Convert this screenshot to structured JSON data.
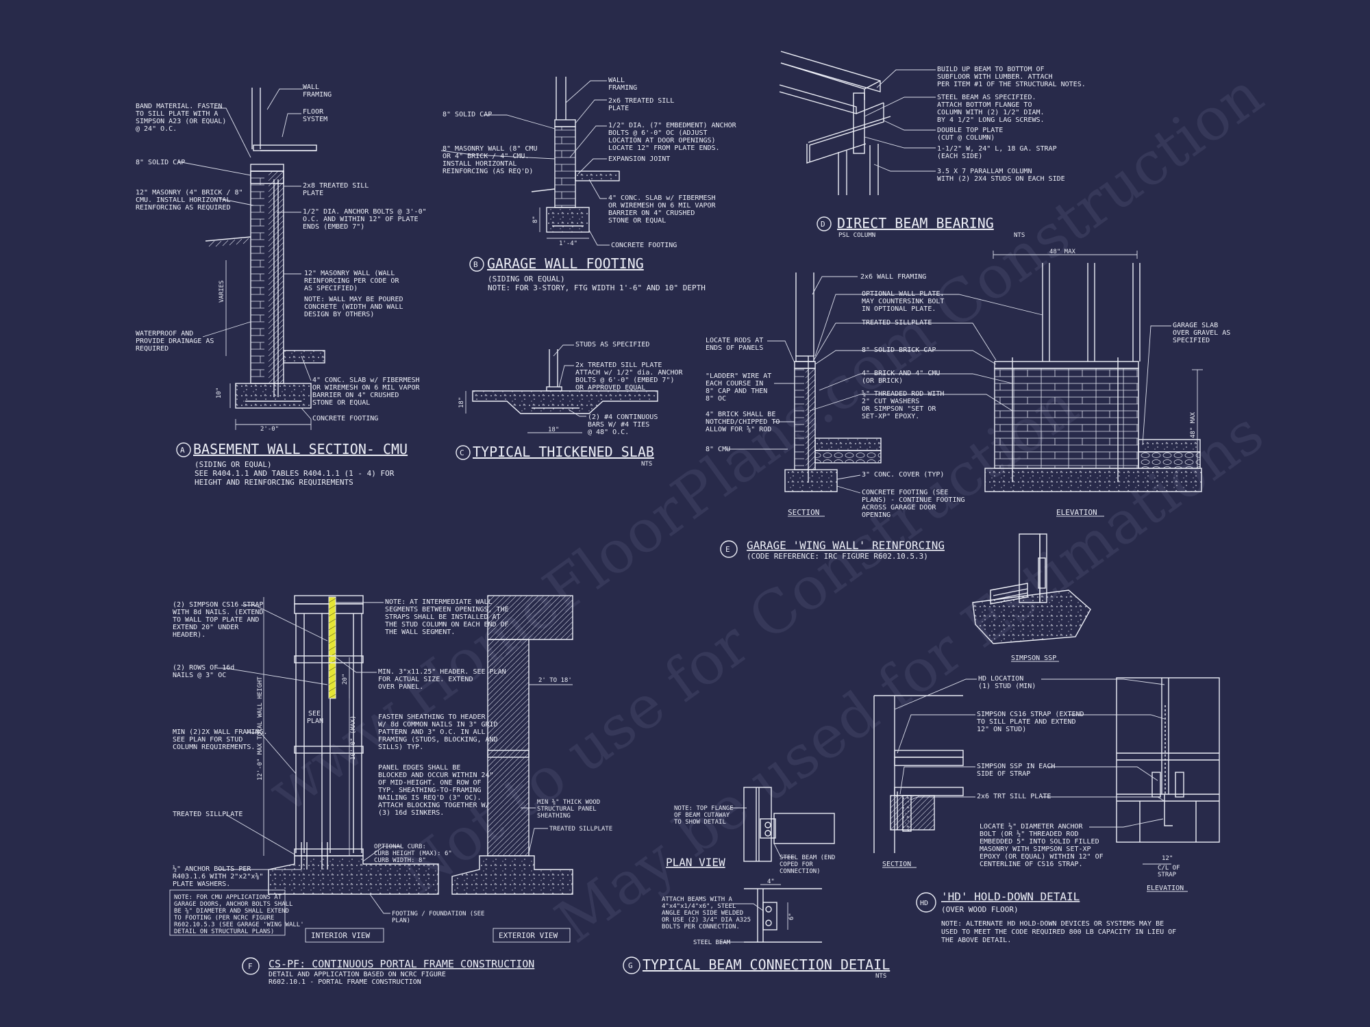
{
  "watermark": {
    "line1": "www.HomeFloorPlans.com Construction",
    "line2": "Not to use for Construction",
    "line3": "May be used for Estimations"
  },
  "details": {
    "a": {
      "letter": "A",
      "title": "BASEMENT WALL SECTION- CMU",
      "sub1": "(SIDING OR EQUAL)",
      "sub2": "SEE R404.1.1 AND TABLES R404.1.1 (1 - 4) FOR",
      "sub3": "HEIGHT AND REINFORCING REQUIREMENTS",
      "notes": {
        "wall_framing_1": "WALL",
        "wall_framing_2": "FRAMING",
        "floor_1": "FLOOR",
        "floor_2": "SYSTEM",
        "band_1": "BAND MATERIAL.  FASTEN",
        "band_2": "TO SILL PLATE WITH A",
        "band_3": "SIMPSON A23 (OR EQUAL)",
        "band_4": "@ 24\" O.C.",
        "cap": "8\" SOLID CAP",
        "sill_1": "2x8 TREATED SILL",
        "sill_2": "PLATE",
        "masonry_1": "12\" MASONRY (4\" BRICK / 8\"",
        "masonry_2": "CMU. INSTALL HORIZONTAL",
        "masonry_3": "REINFORCING AS REQUIRED",
        "anchor_1": "1/2\" DIA. ANCHOR BOLTS @ 3'-0\"",
        "anchor_2": "O.C. AND WITHIN 12\" OF PLATE",
        "anchor_3": "ENDS (EMBED 7\")",
        "varies": "VARIES",
        "wall_1": "12\" MASONRY WALL (WALL",
        "wall_2": "REINFORCING PER CODE OR",
        "wall_3": "AS SPECIFIED)",
        "poured_1": "NOTE: WALL MAY BE POURED",
        "poured_2": "CONCRETE (WIDTH AND WALL",
        "poured_3": "DESIGN BY OTHERS)",
        "water_1": "WATERPROOF AND",
        "water_2": "PROVIDE DRAINAGE AS",
        "water_3": "REQUIRED",
        "slab_1": "4\" CONC. SLAB w/ FIBERMESH",
        "slab_2": "OR WIREMESH ON 6 MIL VAPOR",
        "slab_3": "BARRIER ON 4\" CRUSHED",
        "slab_4": "STONE OR EQUAL",
        "footing": "CONCRETE FOOTING",
        "dim_h": "10\"",
        "dim_w": "2'-0\""
      }
    },
    "b": {
      "letter": "B",
      "title": "GARAGE WALL FOOTING",
      "sub1": "(SIDING OR EQUAL)",
      "sub2": "NOTE: FOR 3-STORY, FTG WIDTH 1'-6\" AND 10\" DEPTH",
      "notes": {
        "wall_1": "WALL",
        "wall_2": "FRAMING",
        "sill_1": "2x6 TREATED SILL",
        "sill_2": "PLATE",
        "cap": "8\" SOLID CAP",
        "anchor_1": "1/2\" DIA. (7\" EMBEDMENT) ANCHOR",
        "anchor_2": "BOLTS @ 6'-0\" OC (ADJUST",
        "anchor_3": "LOCATION AT DOOR OPENINGS)",
        "anchor_4": "LOCATE 12\" FROM PLATE ENDS.",
        "masonry_1": "8\" MASONRY WALL (8\" CMU",
        "masonry_2": "OR 4\" BRICK / 4\" CMU.",
        "masonry_3": "INSTALL HORIZONTAL",
        "masonry_4": "REINFORCING (AS REQ'D)",
        "joint": "EXPANSION JOINT",
        "slab_1": "4\" CONC. SLAB w/ FIBERMESH",
        "slab_2": "OR WIREMESH ON 6 MIL VAPOR",
        "slab_3": "BARRIER ON 4\" CRUSHED",
        "slab_4": "STONE OR EQUAL",
        "footing": "CONCRETE FOOTING",
        "dim_h": "8\"",
        "dim_w": "1'-4\""
      }
    },
    "c": {
      "letter": "C",
      "title": "TYPICAL THICKENED SLAB",
      "nts": "NTS",
      "notes": {
        "studs": "STUDS AS SPECIFIED",
        "sill_1": "2x TREATED SILL PLATE",
        "sill_2": "ATTACH w/ 1/2\" dia. ANCHOR",
        "sill_3": "BOLTS @ 6'-0\" (EMBED 7\")",
        "sill_4": "OR APPROVED EQUAL",
        "bars_1": "(2) #4 CONTINUOUS",
        "bars_2": "BARS W/ #4 TIES",
        "bars_3": "@ 48\" O.C.",
        "dim_h": "18\"",
        "dim_w": "18\""
      }
    },
    "d": {
      "letter": "D",
      "title": "DIRECT BEAM BEARING",
      "sub": "PSL COLUMN",
      "nts": "NTS",
      "notes": {
        "build_1": "BUILD UP BEAM TO BOTTOM OF",
        "build_2": "SUBFLOOR WITH LUMBER.  ATTACH",
        "build_3": "PER ITEM #1 OF THE STRUCTURAL NOTES.",
        "steel_1": "STEEL BEAM AS SPECIFIED.",
        "steel_2": "ATTACH BOTTOM FLANGE TO",
        "steel_3": "COLUMN WITH (2) 1/2\" DIAM.",
        "steel_4": "BY 4 1/2\" LONG LAG SCREWS.",
        "plate_1": "DOUBLE TOP PLATE",
        "plate_2": "(CUT @ COLUMN)",
        "strap_1": "1-1/2\" W, 24\" L, 18 GA. STRAP",
        "strap_2": "(EACH SIDE)",
        "col_1": "3.5 X 7 PARALLAM COLUMN",
        "col_2": "WITH (2) 2X4 STUDS ON EACH SIDE"
      }
    },
    "e": {
      "letter": "E",
      "title": "GARAGE 'WING WALL' REINFORCING",
      "sub": "(CODE REFERENCE: IRC FIGURE R602.10.5.3)",
      "section_label": "SECTION",
      "elevation_label": "ELEVATION",
      "notes": {
        "framing": "2x6 WALL FRAMING",
        "opt_1": "OPTIONAL WALL PLATE.",
        "opt_2": "MAY COUNTERSINK BOLT",
        "opt_3": "IN OPTIONAL PLATE.",
        "sillplate": "TREATED SILLPLATE",
        "cap": "8\" SOLID BRICK CAP",
        "brick_1": "4\" BRICK AND 4\" CMU",
        "brick_2": "(OR BRICK)",
        "rod_1": "⅝\" THREADED ROD WITH",
        "rod_2": "2\" CUT WASHERS",
        "rod_3": "OR SIMPSON \"SET OR",
        "rod_4": "SET-XP\" EPOXY.",
        "cover": "3\" CONC. COVER (TYP)",
        "footing_1": "CONCRETE FOOTING (SEE",
        "footing_2": "PLANS) - CONTINUE FOOTING",
        "footing_3": "ACROSS GARAGE DOOR",
        "footing_4": "OPENING",
        "rods_1": "LOCATE RODS AT",
        "rods_2": "ENDS OF PANELS",
        "ladder_1": "\"LADDER\" WIRE AT",
        "ladder_2": "EACH COURSE IN",
        "ladder_3": "8\" CAP AND THEN",
        "ladder_4": "8\" OC",
        "notched_1": "4\" BRICK SHALL BE",
        "notched_2": "NOTCHED/CHIPPED TO",
        "notched_3": "ALLOW FOR ⅝\" ROD",
        "cmu": "8\" CMU",
        "garage_1": "GARAGE SLAB",
        "garage_2": "OVER GRAVEL AS",
        "garage_3": "SPECIFIED",
        "max_w": "48\" MAX",
        "max_h": "48\" MAX"
      }
    },
    "f": {
      "letter": "F",
      "title": "CS-PF: CONTINUOUS PORTAL FRAME CONSTRUCTION",
      "sub1": "DETAIL AND APPLICATION BASED ON NCRC FIGURE",
      "sub2": "R602.10.1 - PORTAL FRAME CONSTRUCTION",
      "interior": "INTERIOR VIEW",
      "exterior": "EXTERIOR VIEW",
      "notes": {
        "strap_1": "(2) SIMPSON CS16 STRAP",
        "strap_2": "WITH 8d NAILS. (EXTEND",
        "strap_3": "TO WALL TOP PLATE AND",
        "strap_4": "EXTEND 20\" UNDER",
        "strap_5": "HEADER).",
        "rows_1": "(2) ROWS OF 16d",
        "rows_2": "NAILS @ 3\" OC",
        "min_1": "MIN (2)2X WALL FRAMING.",
        "min_2": "SEE PLAN FOR STUD",
        "min_3": "COLUMN REQUIREMENTS.",
        "sillplate": "TREATED SILLPLATE",
        "anchor_1": "½\" ANCHOR BOLTS PER",
        "anchor_2": "R403.1.6 WITH 2\"x2\"x⅜\"",
        "anchor_3": "PLATE WASHERS.",
        "cmu_1": "NOTE: FOR CMU APPLICATIONS AT",
        "cmu_2": "GARAGE DOORS, ANCHOR BOLTS SHALL",
        "cmu_3": "BE ⅝\" DIAMETER AND SHALL EXTEND",
        "cmu_4": "TO FOOTING (PER NCRC FIGURE",
        "cmu_5": "R602.10.5.3 (SEE GARAGE 'WING WALL'",
        "cmu_6": "DETAIL ON STRUCTURAL PLANS)",
        "inter_1": "NOTE: AT INTERMEDIATE WALL",
        "inter_2": "SEGMENTS BETWEEN OPENINGS, THE",
        "inter_3": "STRAPS SHALL BE INSTALLED AT",
        "inter_4": "THE STUD COLUMN ON EACH END OF",
        "inter_5": "THE WALL SEGMENT.",
        "header_1": "MIN. 3\"x11.25\" HEADER. SEE PLAN",
        "header_2": "FOR ACTUAL SIZE. EXTEND",
        "header_3": "OVER PANEL.",
        "sheath_1": "FASTEN SHEATHING TO HEADER",
        "sheath_2": "W/ 8d COMMON NAILS IN 3\" GRID",
        "sheath_3": "PATTERN AND 3\" O.C. IN ALL",
        "sheath_4": "FRAMING (STUDS, BLOCKING, AND",
        "sheath_5": "SILLS) TYP.",
        "edges_1": "PANEL EDGES SHALL BE",
        "edges_2": "BLOCKED AND OCCUR WITHIN 24\"",
        "edges_3": "OF MID-HEIGHT.  ONE ROW OF",
        "edges_4": "TYP. SHEATHING-TO-FRAMING",
        "edges_5": "NAILING IS REQ'D (3\" OC).",
        "edges_6": "ATTACH BLOCKING TOGETHER W/",
        "edges_7": "(3) 16d SINKERS.",
        "curb_1": "OPTIONAL CURB:",
        "curb_2": "CURB HEIGHT (MAX): 6\"",
        "curb_3": "CURB WIDTH: 8\"",
        "found_1": "FOOTING / FOUNDATION (SEE",
        "found_2": "PLAN)",
        "panel_1": "MIN ⅜\" THICK WOOD",
        "panel_2": "STRUCTURAL PANEL",
        "panel_3": "SHEATHING",
        "sillplate2": "TREATED SILLPLATE",
        "see_1": "SEE",
        "see_2": "PLAN",
        "dim_20": "20\"",
        "dim_total": "12'-0\" MAX TOTAL WALL HEIGHT",
        "dim_10": "10'-0\" (MAX)",
        "dim_2to18": "2' TO 18'"
      }
    },
    "g": {
      "letter": "G",
      "title": "TYPICAL BEAM CONNECTION DETAIL",
      "nts": "NTS",
      "plan_view": "PLAN VIEW",
      "notes": {
        "flange_1": "NOTE: TOP FLANGE",
        "flange_2": "OF BEAM CUTAWAY",
        "flange_3": "TO SHOW DETAIL",
        "end_1": "STEEL BEAM (END",
        "end_2": "COPED FOR",
        "end_3": "CONNECTION)",
        "attach_1": "ATTACH BEAMS WITH A",
        "attach_2": "4\"x4\"x1/4\"x6\", STEEL",
        "attach_3": "ANGLE EACH SIDE WELDED",
        "attach_4": "OR USE (2) 3/4\" DIA A325",
        "attach_5": "BOLTS PER CONNECTION.",
        "steel": "STEEL BEAM",
        "dim_4": "4\"",
        "dim_6": "6\""
      }
    },
    "simpson": {
      "label": "SIMPSON SSP"
    },
    "hd": {
      "letter": "HD",
      "title": "'HD' HOLD-DOWN DETAIL",
      "sub": "(OVER WOOD FLOOR)",
      "note1": "NOTE: ALTERNATE HD HOLD-DOWN DEVICES OR SYSTEMS MAY BE",
      "note2": "USED TO MEET THE CODE REQUIRED 800 LB CAPACITY IN LIEU OF",
      "note3": "THE ABOVE DETAIL.",
      "section_label": "SECTION",
      "elevation_label": "ELEVATION",
      "notes": {
        "loc_1": "HD LOCATION",
        "loc_2": "(1) STUD (MIN)",
        "strap_1": "SIMPSON CS16 STRAP (EXTEND",
        "strap_2": "TO SILL PLATE AND EXTEND",
        "strap_3": "12\" ON STUD)",
        "ssp_1": "SIMPSON SSP IN EACH",
        "ssp_2": "SIDE OF STRAP",
        "sill": "2x6 TRT SILL PLATE",
        "bolt_1": "LOCATE ½\" DIAMETER ANCHOR",
        "bolt_2": "BOLT (OR ½\" THREADED ROD",
        "bolt_3": "EMBEDDED 5\" INTO SOLID FILLED",
        "bolt_4": "MASONRY WITH SIMPSON SET-XP",
        "bolt_5": "EPOXY (OR EQUAL) WITHIN 12\" OF",
        "bolt_6": "CENTERLINE OF CS16 STRAP.",
        "cl_1": "12\"",
        "cl_2": "C/L OF",
        "cl_3": "STRAP"
      }
    }
  }
}
